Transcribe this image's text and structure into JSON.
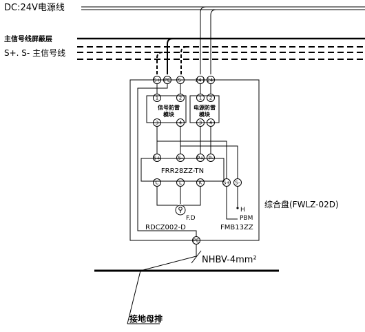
{
  "labels": {
    "dc_power": "DC:24V电源线",
    "shield": "主信号线屏蔽层",
    "signal": "S+. S- 主信号线",
    "module1_line1": "信号防雷",
    "module1_line2": "模块",
    "module2_line1": "电源防雷",
    "module2_line2": "模块",
    "frr": "FRR28ZZ-TN",
    "fd": "F.D",
    "rdcz": "RDCZ002-D",
    "fmb": "FMB13ZZ",
    "h": "H",
    "pbm": "PBM",
    "panel": "综合盘(FWLZ-02D)",
    "cable": "NHBV-4mm²",
    "busbar": "接地母排"
  },
  "terminals": {
    "top": [
      "S+",
      "PE",
      "S-",
      "24+",
      "24-"
    ],
    "module_top": [
      "1",
      "2",
      "1",
      "2"
    ],
    "module_bottom": [
      "3",
      "4",
      "3",
      "4"
    ],
    "frr_top": [
      "S+",
      "S-",
      "P+",
      "P-"
    ],
    "frr_bottom": [
      "C",
      "L",
      "K"
    ],
    "fmb": [
      "S+",
      "S-"
    ],
    "ground": "PE"
  }
}
